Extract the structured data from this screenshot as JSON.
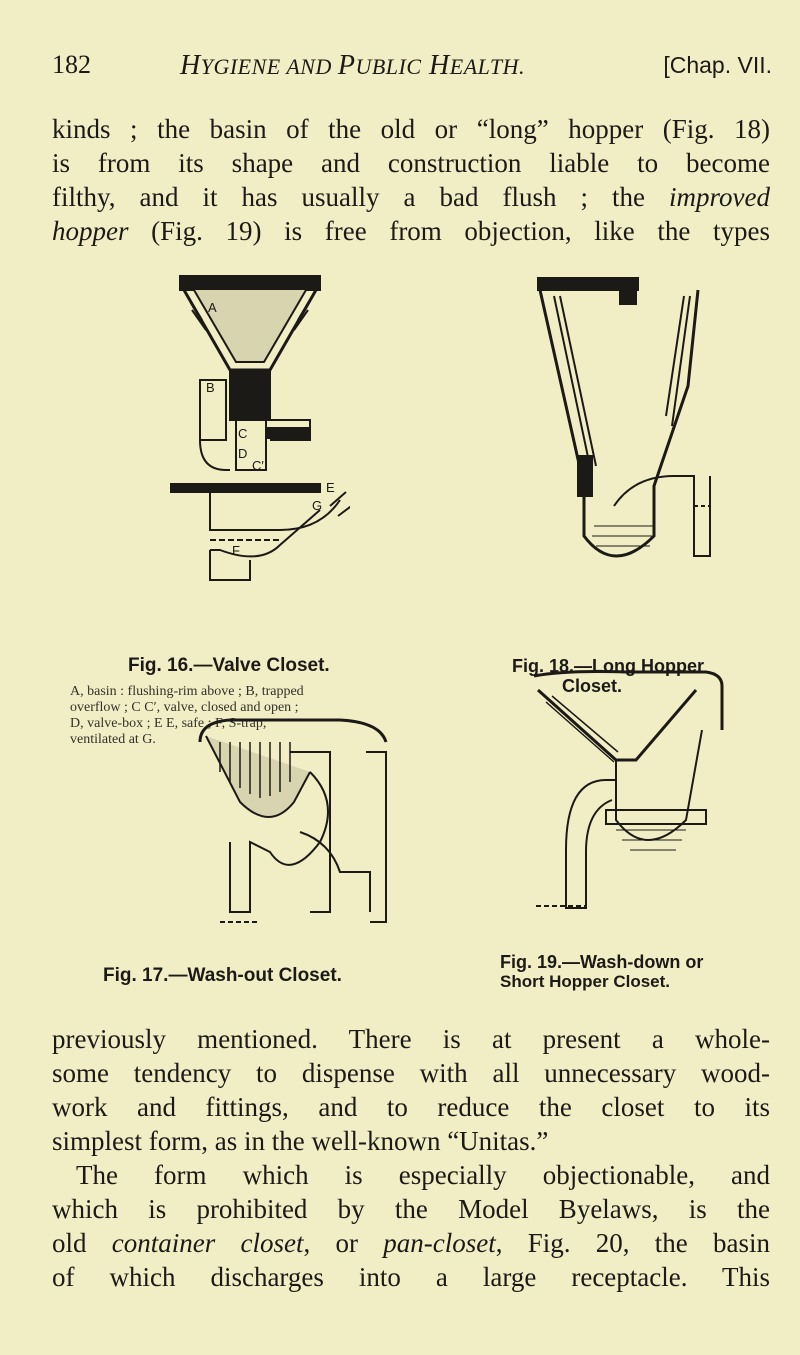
{
  "header": {
    "page_number": "182",
    "title_h": "H",
    "title_word1": "YGIENE",
    "title_and": " AND ",
    "title_p": "P",
    "title_word2": "UBLIC",
    "title_h2": " H",
    "title_word3": "EALTH.",
    "chapter": "[Chap. VII."
  },
  "para_top": {
    "lines": [
      "kinds ; the basin of the old or “long” hopper (Fig. 18)",
      "is from its shape and construction liable to become",
      "filthy, and it has usually a bad flush ; the improved",
      "hopper (Fig. 19) is free from objection, like the types"
    ],
    "italic_1": "improved",
    "italic_2": "hopper"
  },
  "figures": {
    "fig16": {
      "caption": "Fig. 16.—Valve Closet.",
      "legend": "A, basin : flushing-rim above ; B, trapped overflow ; C C′, valve, closed and open ; D, valve-box ; E E, safe ; F, S-trap, ventilated at G.",
      "labels": [
        "A",
        "B",
        "C",
        "D",
        "C′",
        "E",
        "E",
        "G",
        "F"
      ]
    },
    "fig17": {
      "caption": "Fig. 17.—Wash-out Closet."
    },
    "fig18": {
      "caption_line1": "Fig. 18.—Long Hopper",
      "caption_line2": "Closet."
    },
    "fig19": {
      "caption_line1": "Fig. 19.—Wash-down or",
      "caption_line2": "Short Hopper Closet."
    }
  },
  "para_bottom": {
    "lines": [
      "previously mentioned. There is at present a whole-",
      "some tendency to dispense with all unnecessary wood-",
      "work and fittings, and to reduce the closet to its",
      "simplest form, as in the well-known “Unitas.”",
      "The form which is especially objectionable, and",
      "which is prohibited by the Model Byelaws, is the",
      "old container closet, or pan-closet, Fig. 20, the basin",
      "of which discharges into a large receptacle. This"
    ]
  }
}
